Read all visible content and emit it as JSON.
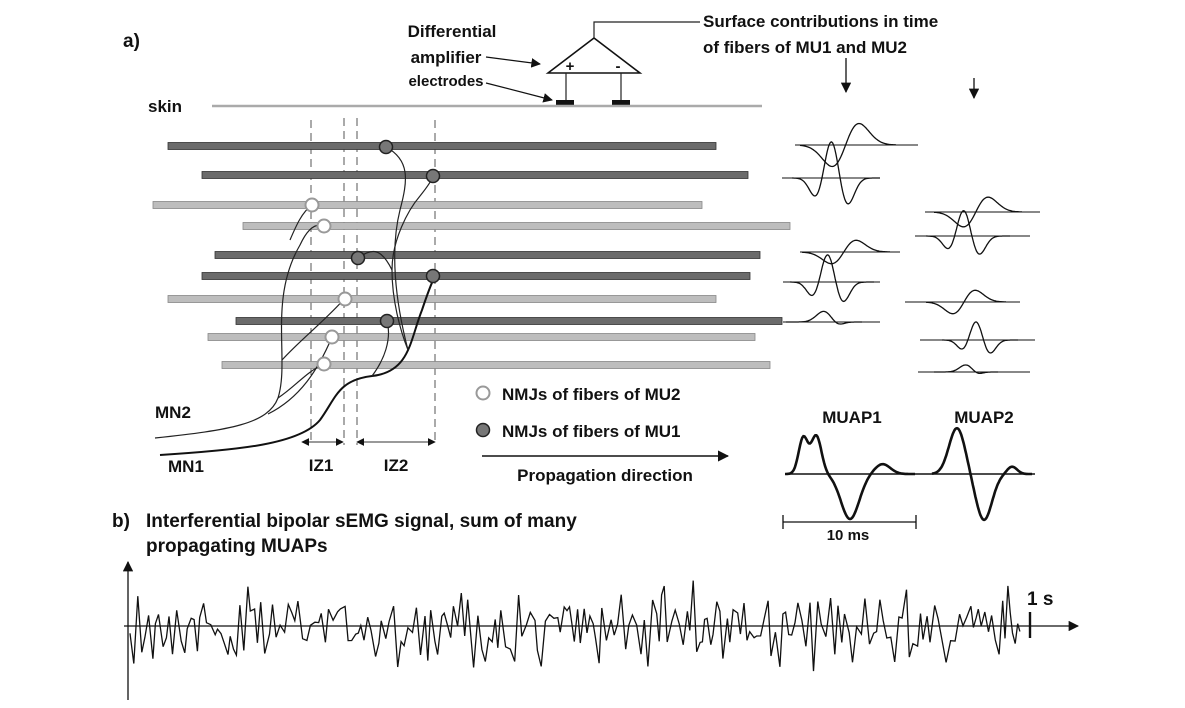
{
  "panel_a": {
    "label": "a)",
    "amplifier_title_line1": "Differential",
    "amplifier_title_line2": "amplifier",
    "electrodes_label": "electrodes",
    "plus_sign": "+",
    "minus_sign": "-",
    "skin_label": "skin",
    "surface_title_line1": "Surface contributions in time",
    "surface_title_line2": "of  fibers of MU1    and    MU2",
    "mn2_label": "MN2",
    "mn1_label": "MN1",
    "iz1_label": "IZ1",
    "iz2_label": "IZ2",
    "legend_mu2": "NMJs of fibers of MU2",
    "legend_mu1": "NMJs of fibers of MU1",
    "propagation_label": "Propagation direction",
    "muap1_label": "MUAP1",
    "muap2_label": "MUAP2",
    "scale_label": "10 ms"
  },
  "panel_b": {
    "label": "b)",
    "title_line1": "Interferential bipolar sEMG signal, sum of many",
    "title_line2": "propagating MUAPs",
    "time_scale_label": "1 s"
  },
  "colors": {
    "mu1_fiber": "#6b6b6b",
    "mu2_fiber": "#bdbdbd",
    "mu1_nmj_fill": "#777777",
    "mu2_nmj_fill": "#ffffff"
  }
}
